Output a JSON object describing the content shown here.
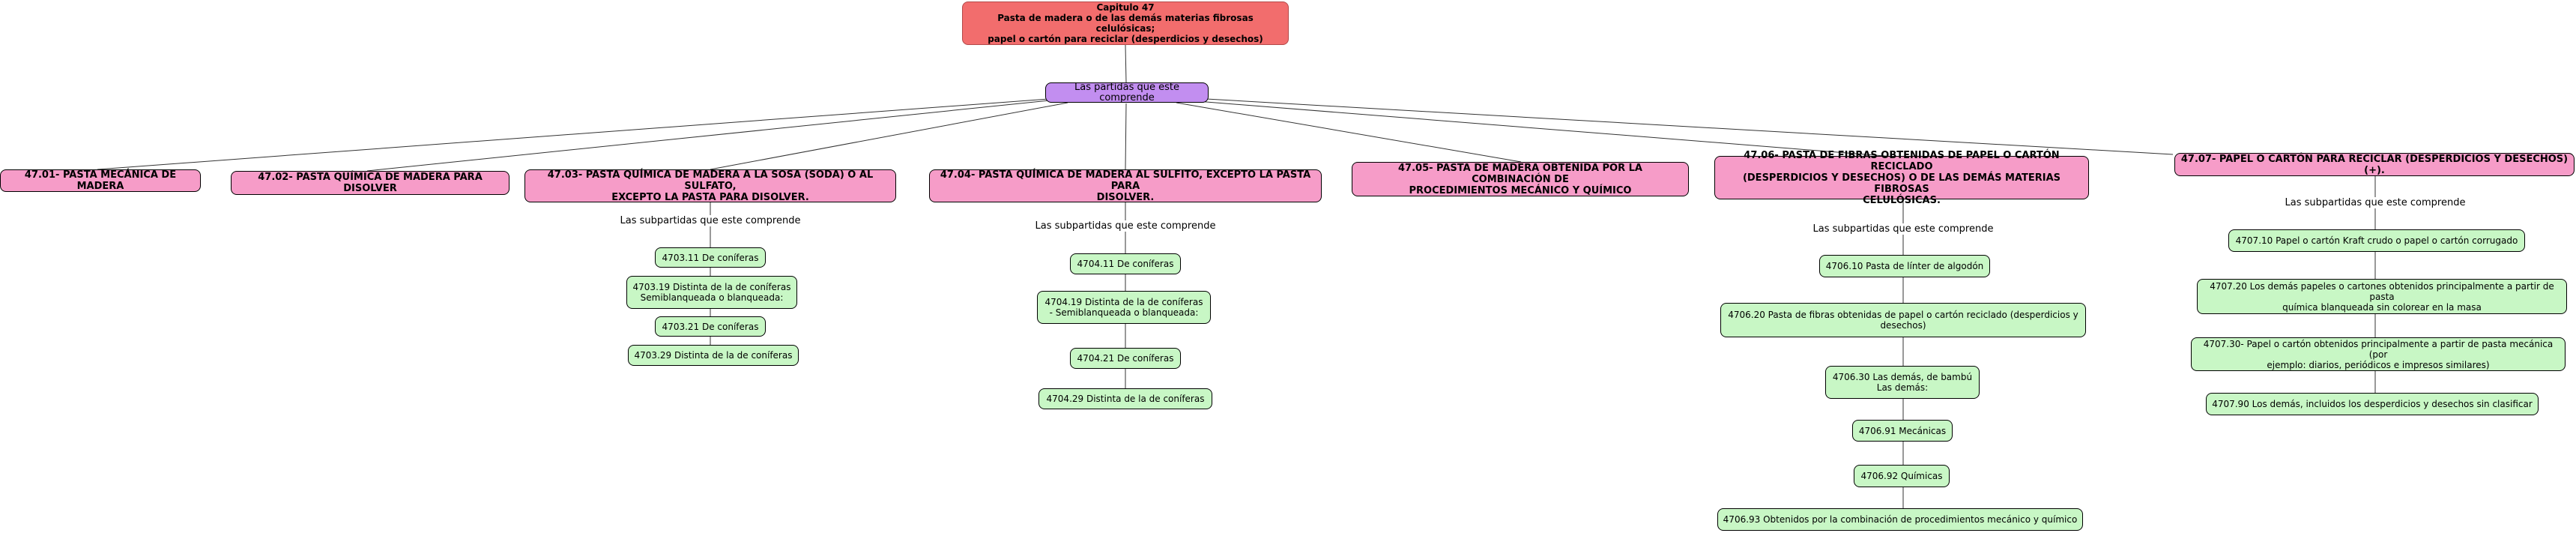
{
  "root": {
    "line1": "Capitulo 47",
    "line2": "Pasta de madera o de las demás materias fibrosas celulósicas;",
    "line3": "papel o cartón para reciclar (desperdicios y desechos)"
  },
  "hub": "Las partidas que este comprende",
  "link_label": "Las subpartidas que este comprende",
  "categories": {
    "c4701": "47.01- PASTA MECÁNICA DE MADERA",
    "c4702": "47.02- PASTA QUÍMICA DE MADERA PARA DISOLVER",
    "c4703": [
      "47.03- PASTA QUÍMICA DE MADERA A LA SOSA (SODA) O AL SULFATO,",
      "EXCEPTO LA PASTA PARA DISOLVER."
    ],
    "c4704": [
      "47.04- PASTA QUÍMICA DE MADERA AL SULFITO, EXCEPTO LA PASTA PARA",
      "DISOLVER."
    ],
    "c4705": [
      "47.05- PASTA DE MADERA OBTENIDA POR LA COMBINACIÓN DE",
      "PROCEDIMIENTOS MECÁNICO Y QUÍMICO"
    ],
    "c4706": [
      "47.06- PASTA DE FIBRAS OBTENIDAS DE PAPEL O CARTÓN RECICLADO",
      "(DESPERDICIOS Y DESECHOS) O DE LAS DEMÁS MATERIAS FIBROSAS",
      "CELULÓSICAS."
    ],
    "c4707": "47.07- PAPEL O CARTÓN PARA RECICLAR (DESPERDICIOS Y DESECHOS)(+)."
  },
  "sub4703": [
    [
      "4703.11 De coníferas"
    ],
    [
      "4703.19 Distinta de la de coníferas",
      "Semiblanqueada o blanqueada:"
    ],
    [
      "4703.21 De coníferas"
    ],
    [
      "4703.29 Distinta de la de coníferas"
    ]
  ],
  "sub4704": [
    [
      "4704.11 De coníferas"
    ],
    [
      "4704.19 Distinta de la de coníferas",
      "- Semiblanqueada o blanqueada:"
    ],
    [
      "4704.21 De coníferas"
    ],
    [
      "4704.29 Distinta de la de coníferas"
    ]
  ],
  "sub4706": [
    [
      "4706.10 Pasta de línter de algodón"
    ],
    [
      "4706.20 Pasta de fibras obtenidas de papel o cartón reciclado (desperdicios y",
      "desechos)"
    ],
    [
      "4706.30 Las demás, de bambú",
      "Las demás:"
    ],
    [
      "4706.91 Mecánicas"
    ],
    [
      "4706.92 Químicas"
    ],
    [
      "4706.93 Obtenidos por la combinación de procedimientos mecánico y químico"
    ]
  ],
  "sub4707": [
    [
      "4707.10 Papel o cartón Kraft crudo o papel o cartón corrugado"
    ],
    [
      "4707.20 Los demás papeles o cartones obtenidos principalmente a partir de pasta",
      "química blanqueada sin colorear en la masa"
    ],
    [
      "4707.30- Papel o cartón obtenidos principalmente a partir de pasta mecánica (por",
      "ejemplo: diarios, periódicos e impresos similares)"
    ],
    [
      "4707.90 Los demás, incluidos los desperdicios y desechos sin clasificar"
    ]
  ],
  "colors": {
    "root": "#f26d6d",
    "hub": "#c28ef0",
    "category": "#f69cc8",
    "subheading": "#c8f7c5",
    "edge": "#333333"
  }
}
